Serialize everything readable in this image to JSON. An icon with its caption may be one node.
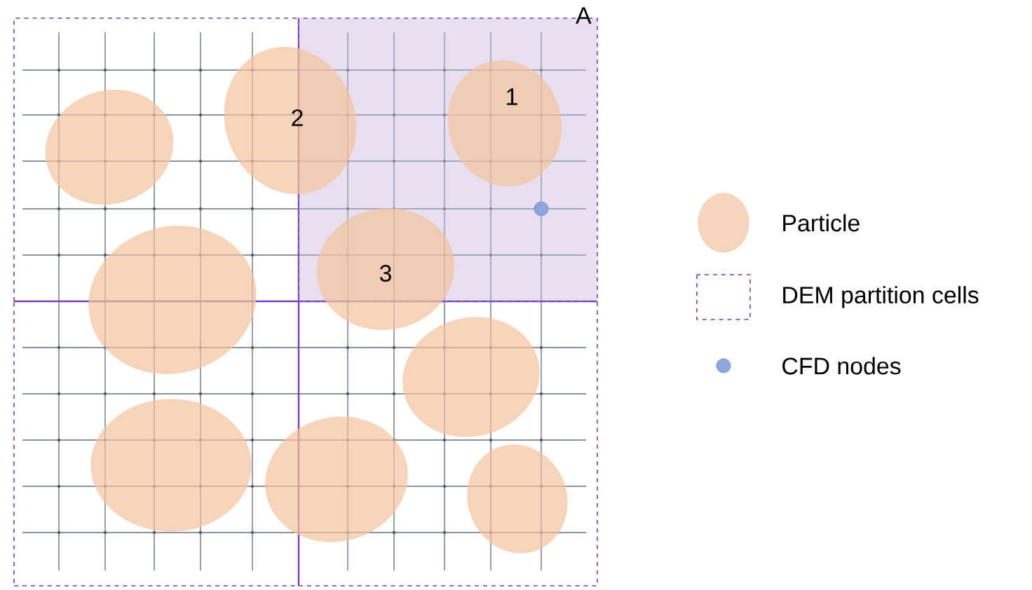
{
  "diagram": {
    "nodes": [
      {
        "text": [],
        "shape": "box"
      },
      {
        "text": [
          "A"
        ]
      },
      {
        "text": [],
        "shape": "box"
      },
      {
        "text": [],
        "shape": "box"
      },
      {
        "text": [],
        "shape": "ellipse",
        "in": 0
      },
      {
        "text": [
          "2"
        ]
      },
      {
        "text": [
          "1"
        ],
        "in": 1
      },
      {
        "text": [],
        "shape": "ellipse"
      },
      {
        "text": [
          "3"
        ]
      },
      {
        "text": [],
        "shape": "ellipse",
        "in": 3
      },
      {
        "text": [],
        "shape": "ellipse",
        "in": 2
      },
      {
        "text": [],
        "shape": "ellipse"
      },
      {
        "text": [],
        "shape": "ellipse",
        "in": 3
      }
    ],
    "legend": [
      {
        "text": "Particle",
        "color": "#f7d5bd"
      },
      {
        "text": "DEM partition cells"
      },
      {
        "text": "CFD nodes",
        "color": "#8fa6dc"
      }
    ]
  }
}
